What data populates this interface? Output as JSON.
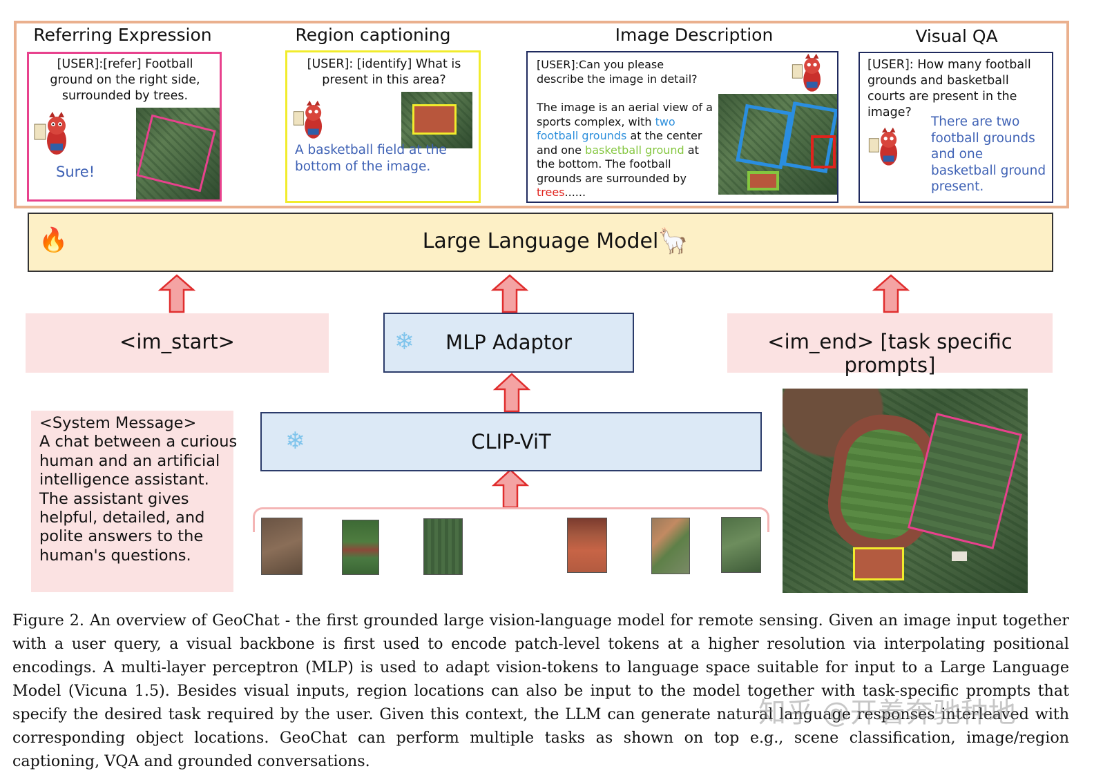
{
  "tasks": {
    "referring": {
      "title": "Referring Expression",
      "user_text": "[USER]:[refer] Football ground on the right side, surrounded by trees.",
      "response": "Sure!"
    },
    "region": {
      "title": "Region  captioning",
      "user_text": "[USER]: [identify] What is present in this area?",
      "response": "A basketball field at the bottom of the image."
    },
    "description": {
      "title": "Image Description",
      "user_text": "[USER]:Can you please describe the image in detail?",
      "answer_parts": {
        "p1": "The image is an aerial view of a sports complex, with ",
        "two": "two football grounds",
        "p2": " at the center and one ",
        "basket": "basketball ground",
        "p3": " at the bottom. The football grounds are surrounded by ",
        "trees": "trees",
        "dots": "......"
      }
    },
    "vqa": {
      "title": "Visual QA",
      "user_text": "[USER]: How many football grounds and basketball courts are present in the image?",
      "response": "There are two football grounds and one basketball ground present."
    }
  },
  "llm": {
    "label": "Large Language Model",
    "fire_icon": "🔥",
    "llama_icon": "🦙"
  },
  "tokens": {
    "start": "<im_start>",
    "adaptor": "MLP Adaptor",
    "end": "<im_end> [task specific prompts]",
    "vit": "CLIP-ViT",
    "snow_icon": "❄"
  },
  "system": {
    "text": "<System Message>\nA chat between a curious\nhuman and an artificial\nintelligence assistant.\nThe assistant gives\nhelpful, detailed, and\npolite answers to the\nhuman's questions."
  },
  "caption": "Figure 2.  An overview of GeoChat - the first grounded large vision-language model for remote sensing.  Given an image input together with a user query, a visual backbone is first used to encode patch-level tokens at a higher resolution via interpolating positional encodings. A multi-layer perceptron (MLP) is used to adapt vision-tokens to language space suitable for input to a Large Language Model (Vicuna 1.5). Besides visual inputs, region locations can also be input to the model together with task-specific prompts that specify the desired task required by the user. Given this context, the LLM can generate natural language responses interleaved with corresponding object locations. GeoChat can perform multiple tasks as shown on top e.g., scene classification, image/region captioning, VQA and grounded conversations.",
  "watermark": "知乎 @开着奔驰种地",
  "colors": {
    "panel_border": "#eab08e",
    "pink_box": "#e8418d",
    "yellow_box": "#f1ec2c",
    "blue_box": "#2a8ee0",
    "green_box": "#84c63f",
    "red_box": "#e0231d",
    "arrow_fill": "#f4a3a3",
    "arrow_stroke": "#e02d2d"
  }
}
